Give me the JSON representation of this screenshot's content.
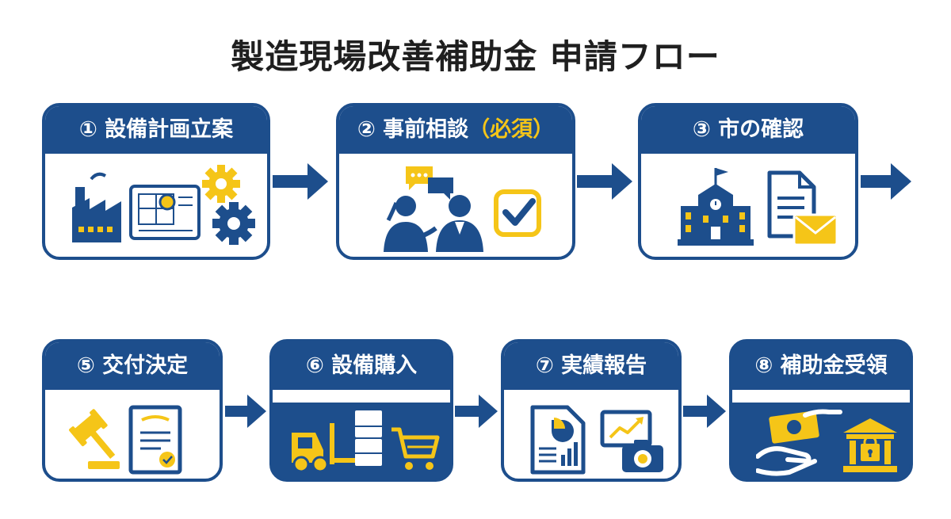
{
  "title": "製造現場改善補助金 申請フロー",
  "colors": {
    "primary": "#1d4e8c",
    "accent": "#f5c518",
    "text": "#1f1f1f",
    "background": "#ffffff"
  },
  "steps": [
    {
      "number": "①",
      "label": "設備計画立案",
      "note": "",
      "icons": [
        "factory-icon",
        "blueprint-icon",
        "gear-icon"
      ]
    },
    {
      "number": "②",
      "label": "事前相談",
      "note": "（必須）",
      "icons": [
        "speech-bubble-icon",
        "consultation-people-icon",
        "checkbox-icon"
      ]
    },
    {
      "number": "③",
      "label": "市の確認",
      "note": "",
      "icons": [
        "city-hall-icon",
        "document-icon",
        "envelope-icon"
      ]
    },
    {
      "number": "⑤",
      "label": "交付決定",
      "note": "",
      "icons": [
        "gavel-icon",
        "certificate-icon"
      ]
    },
    {
      "number": "⑥",
      "label": "設備購入",
      "note": "",
      "icons": [
        "forklift-icon",
        "boxes-icon",
        "shopping-cart-icon"
      ]
    },
    {
      "number": "⑦",
      "label": "実績報告",
      "note": "",
      "icons": [
        "report-icon",
        "chart-monitor-icon",
        "camera-icon"
      ]
    },
    {
      "number": "⑧",
      "label": "補助金受領",
      "note": "",
      "icons": [
        "money-hand-icon",
        "bank-icon"
      ]
    }
  ]
}
